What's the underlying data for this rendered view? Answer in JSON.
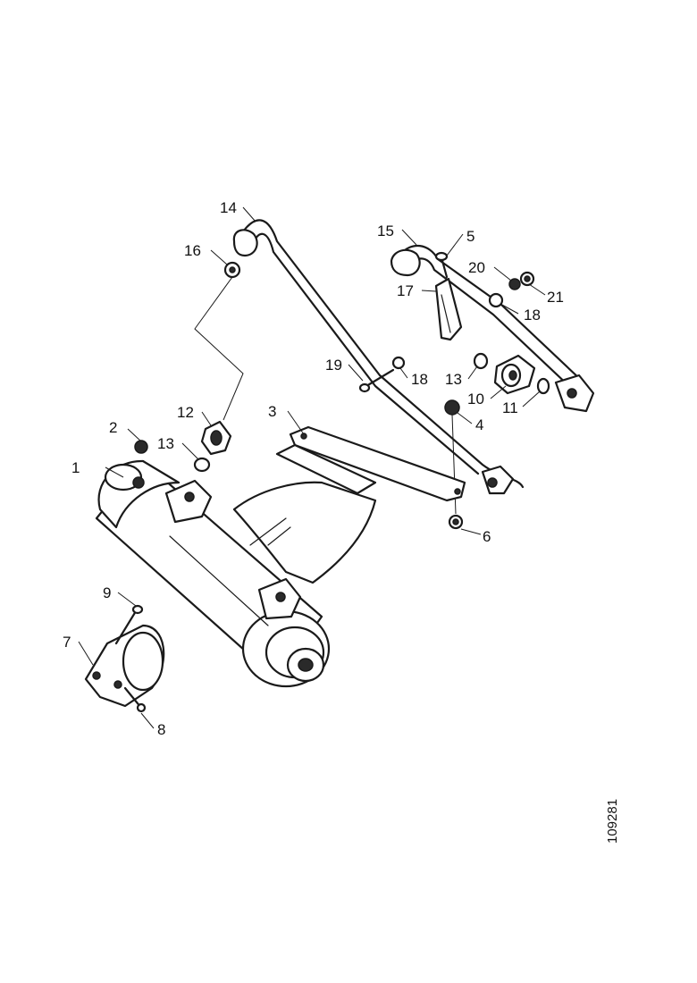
{
  "callouts": {
    "c1": "1",
    "c2": "2",
    "c3": "3",
    "c4": "4",
    "c5": "5",
    "c6": "6",
    "c7": "7",
    "c8": "8",
    "c9": "9",
    "c10": "10",
    "c11": "11",
    "c12": "12",
    "c13a": "13",
    "c13b": "13",
    "c14": "14",
    "c15": "15",
    "c16": "16",
    "c17": "17",
    "c18a": "18",
    "c18b": "18",
    "c19": "19",
    "c20": "20",
    "c21": "21"
  },
  "drawing_reference": "109281",
  "colors": {
    "ink": "#1a1a1a",
    "background": "#ffffff"
  }
}
